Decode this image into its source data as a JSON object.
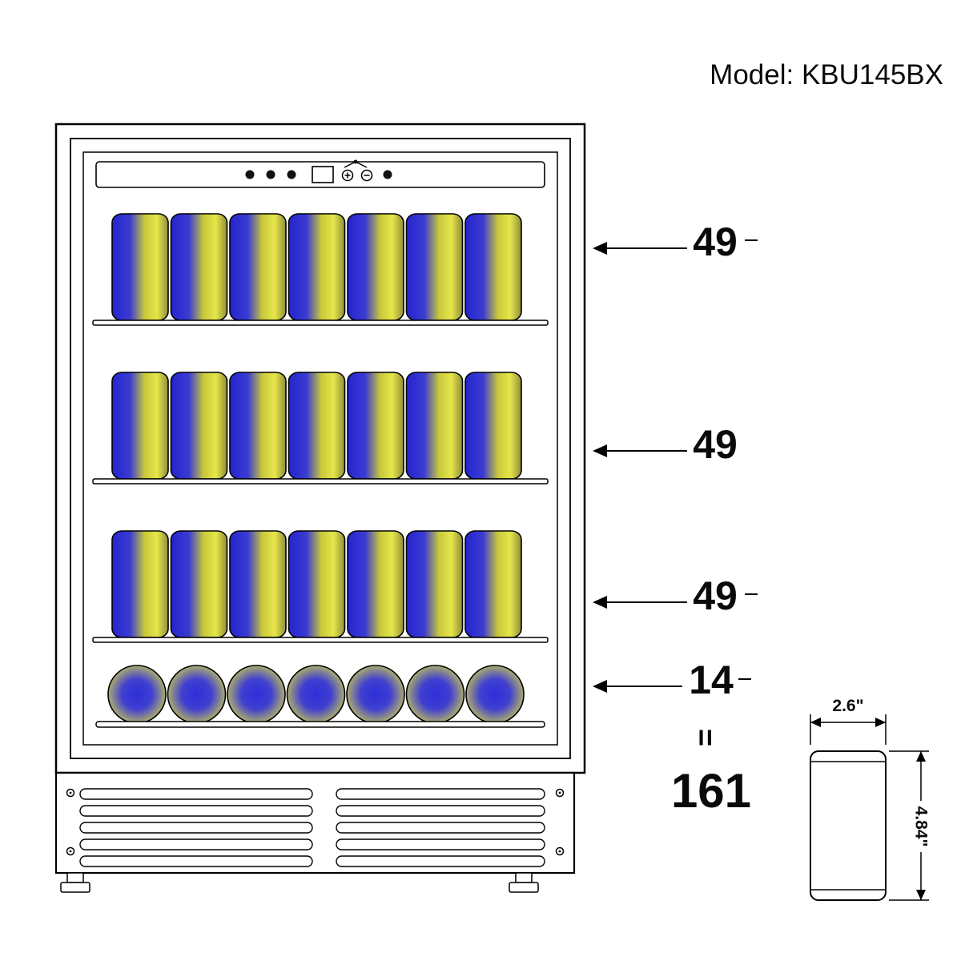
{
  "header": {
    "model_label": "Model: KBU145BX"
  },
  "capacity_labels": {
    "row1": "49",
    "row2": "49",
    "row3": "49",
    "row4": "14",
    "equals": "=",
    "total": "161"
  },
  "can_spec": {
    "width_label": "2.6\"",
    "height_label": "4.84\""
  },
  "visible_layout": {
    "standing_can_rows": 3,
    "cans_per_standing_row": 7,
    "lying_cans_bottom_row": 7
  },
  "colors": {
    "outline": "#000000",
    "can_blue": "#2b2bd6",
    "can_yellow": "#e2e23c"
  }
}
